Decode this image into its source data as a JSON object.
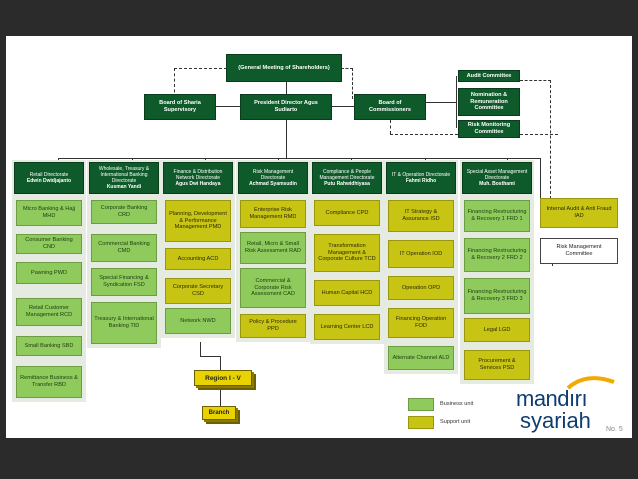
{
  "top": {
    "gms": "(General Meeting of Shareholders)",
    "sharia_board": "Board of Sharia Supervisory",
    "president": "President Director Agus Sudiarto",
    "commissioners": "Board of Commissioners"
  },
  "committees": {
    "audit": "Audit Committee",
    "nomination": "Nomination & Remuneration Committee",
    "risk_monitoring": "Risk Monitoring Committee"
  },
  "directorates": [
    {
      "title": "Retail Directorate",
      "head": "Edwin Dwidjajanto",
      "units": [
        {
          "label": "Micro Banking & Hajj MHD",
          "type": "business"
        },
        {
          "label": "Consumer Banking CND",
          "type": "business"
        },
        {
          "label": "Pawning PWD",
          "type": "business"
        },
        {
          "label": "Retail Customer Management RCD",
          "type": "business"
        },
        {
          "label": "Small Banking SBD",
          "type": "business"
        },
        {
          "label": "Remittance Business & Transfer RBD",
          "type": "business"
        }
      ]
    },
    {
      "title": "Wholesale, Treasury & International Banking Directorate",
      "head": "Kusman Yandi",
      "units": [
        {
          "label": "Corporate Banking CRD",
          "type": "business"
        },
        {
          "label": "Commercial Banking CMD",
          "type": "business"
        },
        {
          "label": "Special Financing & Syndication FSD",
          "type": "business"
        },
        {
          "label": "Treasury & International Banking TID",
          "type": "business"
        }
      ]
    },
    {
      "title": "Finance & Distribution Network Directorate",
      "head": "Agus Dwi Handaya",
      "units": [
        {
          "label": "Planning, Development & Performance Management PMD",
          "type": "support"
        },
        {
          "label": "Accounting ACD",
          "type": "support"
        },
        {
          "label": "Corporate Secretary CSD",
          "type": "support"
        },
        {
          "label": "Network NWD",
          "type": "business"
        }
      ]
    },
    {
      "title": "Risk Management Directorate",
      "head": "Achmad Syamsudin",
      "units": [
        {
          "label": "Enterprise Risk Management RMD",
          "type": "support"
        },
        {
          "label": "Retail, Micro & Small Risk Assessment RAD",
          "type": "business"
        },
        {
          "label": "Commercial & Corporate Risk Assessment CAD",
          "type": "business"
        },
        {
          "label": "Policy & Procedure PPD",
          "type": "support"
        }
      ]
    },
    {
      "title": "Compliance & People Management Directorate",
      "head": "Putu Rahwidhiyasa",
      "units": [
        {
          "label": "Compliance CPD",
          "type": "support"
        },
        {
          "label": "Transformation Management & Corporate Culture TCD",
          "type": "support"
        },
        {
          "label": "Human Capital HCD",
          "type": "support"
        },
        {
          "label": "Learning Center LCD",
          "type": "support"
        }
      ]
    },
    {
      "title": "IT & Operation Directorate",
      "head": "Fahmi Ridho",
      "units": [
        {
          "label": "IT Strategy & Assurance ISD",
          "type": "support"
        },
        {
          "label": "IT Operation IOD",
          "type": "support"
        },
        {
          "label": "Operation OPD",
          "type": "support"
        },
        {
          "label": "Financing Operation FOD",
          "type": "support"
        },
        {
          "label": "Alternate Channel ALD",
          "type": "business"
        }
      ]
    },
    {
      "title": "Special Asset Management Directorate",
      "head": "Muh. Bosthami",
      "units": [
        {
          "label": "Financing Restructuring & Recovery 1 FRD 1",
          "type": "business"
        },
        {
          "label": "Financing Restructuring & Recovery 2 FRD 2",
          "type": "business"
        },
        {
          "label": "Financing Restructuring & Recovery 3 FRD 3",
          "type": "business"
        },
        {
          "label": "Legal LGD",
          "type": "support"
        },
        {
          "label": "Procurement & Services PSD",
          "type": "support"
        }
      ]
    }
  ],
  "side": {
    "internal_audit": "Internal Audit & Anti Fraud IAD",
    "risk_committee": "Risk Management Committee"
  },
  "network": {
    "region": "Region I - V",
    "branch": "Branch"
  },
  "legend": {
    "business": "Business unit",
    "support": "Support unit"
  },
  "brand": {
    "word1": "mandırı",
    "word2": "syariah",
    "page_no": "No. 5"
  },
  "colors": {
    "business": "#8fcb5c",
    "support": "#c8c414",
    "header": "#0f5a2a"
  }
}
